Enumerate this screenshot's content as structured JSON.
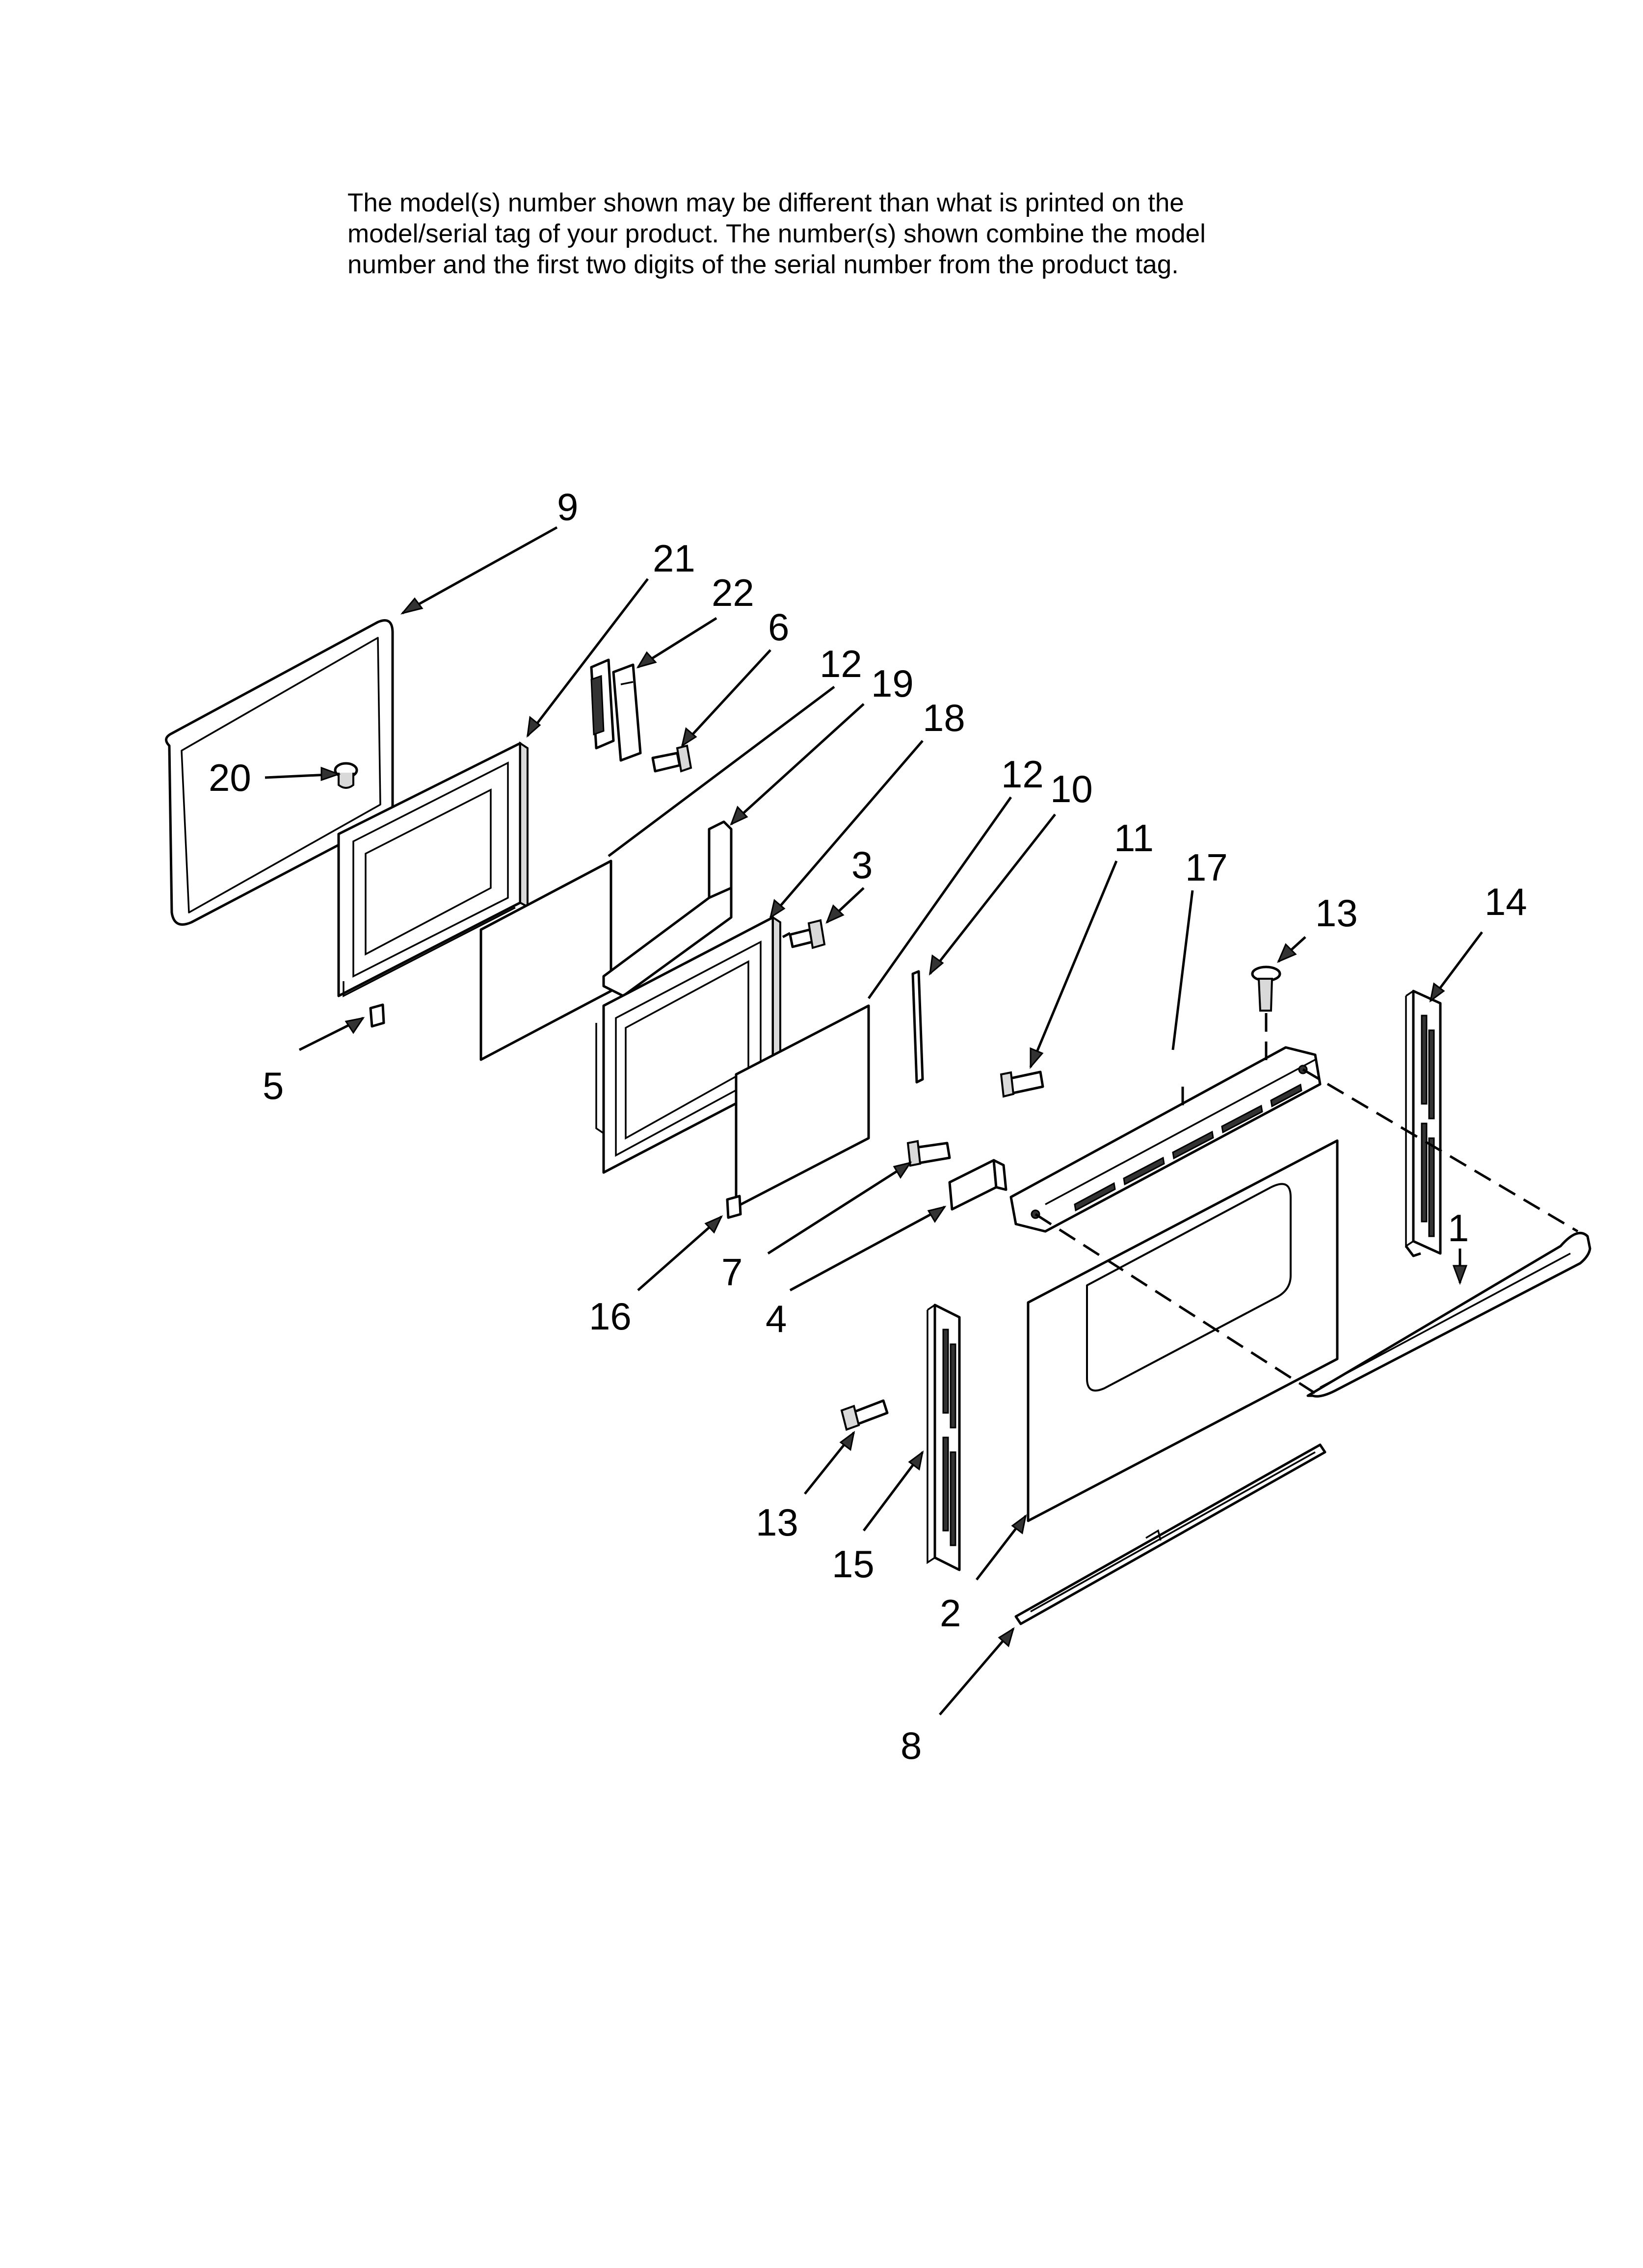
{
  "note_lines": [
    "The model(s) number shown may be different than what is printed on the",
    "model/serial tag of your product. The number(s) shown combine the model",
    "number and the first two digits of the serial number from the product tag."
  ],
  "callouts": {
    "c9": "9",
    "c21": "21",
    "c22": "22",
    "c6": "6",
    "c12a": "12",
    "c19": "19",
    "c18": "18",
    "c20": "20",
    "c3": "3",
    "c12b": "12",
    "c10": "10",
    "c11": "11",
    "c17": "17",
    "c13a": "13",
    "c14": "14",
    "c5": "5",
    "c1": "1",
    "c7": "7",
    "c16": "16",
    "c4": "4",
    "c13b": "13",
    "c15": "15",
    "c2": "2",
    "c8": "8"
  }
}
